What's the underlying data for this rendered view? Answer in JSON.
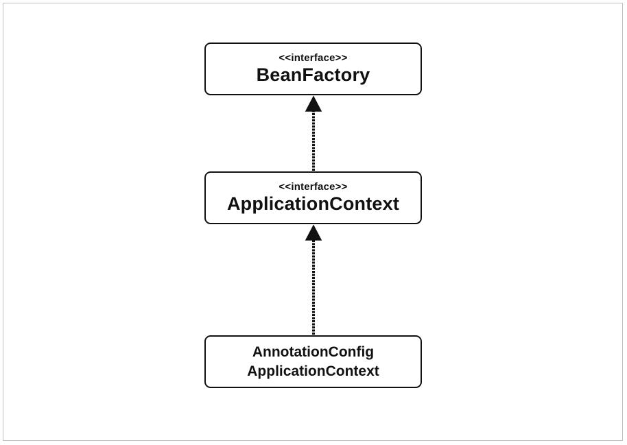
{
  "diagram": {
    "nodes": [
      {
        "id": "beanfactory",
        "stereotype": "<<interface>>",
        "name": "BeanFactory"
      },
      {
        "id": "applicationcontext",
        "stereotype": "<<interface>>",
        "name": "ApplicationContext"
      },
      {
        "id": "annotation",
        "name_line1": "AnnotationConfig",
        "name_line2": "ApplicationContext"
      }
    ],
    "edges": [
      {
        "from": "applicationcontext",
        "to": "beanfactory",
        "type": "inheritance"
      },
      {
        "from": "annotation",
        "to": "applicationcontext",
        "type": "inheritance"
      }
    ],
    "colors": {
      "line": "#111111",
      "border": "#111111",
      "frame": "#bdbdbd"
    }
  }
}
